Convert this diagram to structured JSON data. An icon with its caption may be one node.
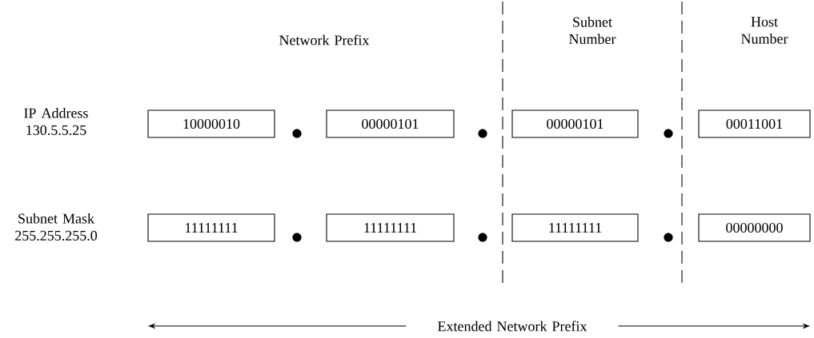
{
  "diagram": {
    "nodes": [
      {
        "text": [
          "10000010"
        ]
      },
      {
        "text": [
          "00000101"
        ]
      },
      {
        "text": [
          "00000101"
        ]
      },
      {
        "text": [
          "00011001"
        ]
      },
      {
        "text": [
          "11111111"
        ]
      },
      {
        "text": [
          "11111111"
        ]
      },
      {
        "text": [
          "11111111"
        ]
      },
      {
        "text": [
          "00000000"
        ]
      }
    ],
    "labels": [
      "Network Prefix",
      "Subnet Number",
      "Host Number",
      "IP Address 130.5.5.25",
      "Subnet Mask 255.255.255.0",
      "Extended Network Prefix"
    ]
  }
}
